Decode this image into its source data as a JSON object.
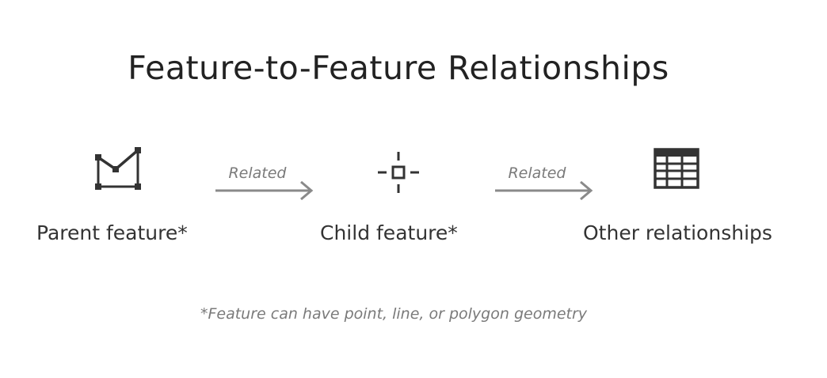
{
  "title": "Feature-to-Feature Relationships",
  "nodes": [
    {
      "label": "Parent feature*",
      "icon": "polygon-geometry-icon"
    },
    {
      "label": "Child feature*",
      "icon": "point-geometry-icon"
    },
    {
      "label": "Other relationships",
      "icon": "table-icon"
    }
  ],
  "relations": [
    {
      "label": "Related"
    },
    {
      "label": "Related"
    }
  ],
  "footnote": "*Feature can have point, line, or polygon geometry",
  "colors": {
    "icon": "#333333",
    "arrow": "#8a8a8a",
    "muted_text": "#7a7a7a"
  }
}
